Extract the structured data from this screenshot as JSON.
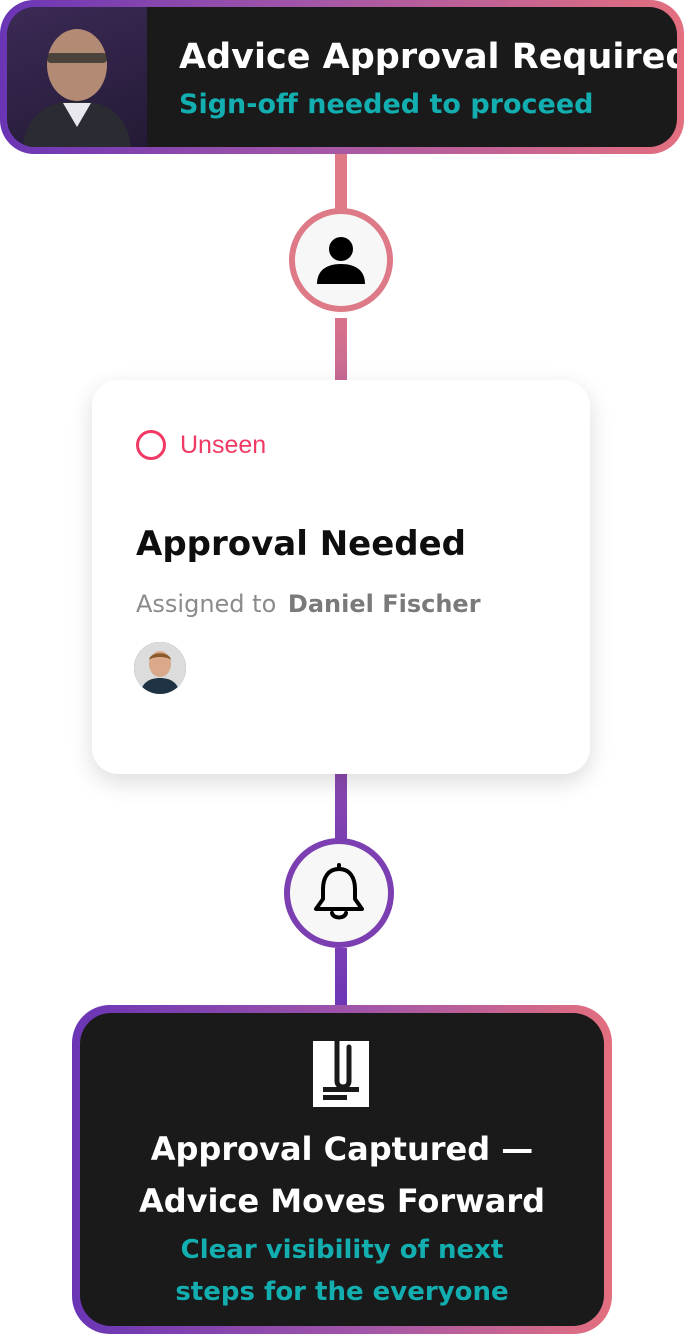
{
  "header": {
    "title": "Advice Approval Required",
    "subtitle": "Sign-off needed to proceed",
    "avatar_icon": "person-photo"
  },
  "steps": {
    "person_node_icon": "person-icon",
    "bell_node_icon": "bell-icon"
  },
  "task": {
    "status_label": "Unseen",
    "status_color": "#f03964",
    "title": "Approval Needed",
    "assigned_prefix": "Assigned to",
    "assignee_name": "Daniel Fischer",
    "assignee_avatar": "person-photo"
  },
  "result": {
    "icon": "document-clip-icon",
    "title": "Approval Captured —\nAdvice Moves Forward",
    "subtitle": "Clear visibility of next\nsteps for the everyone"
  },
  "colors": {
    "accent_teal": "#12aeb0",
    "gradient_start": "#6a35b5",
    "gradient_end": "#e36f7f",
    "card_dark": "#1a1a1a"
  }
}
